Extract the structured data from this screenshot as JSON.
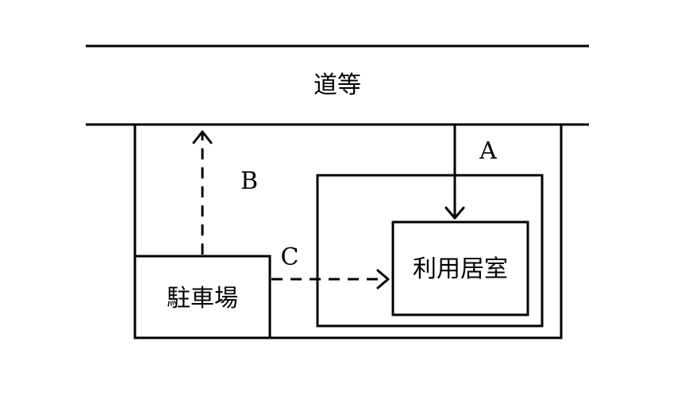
{
  "labels": {
    "road": "道等",
    "parking": "駐車場",
    "room": "利用居室",
    "route_a": "A",
    "route_b": "B",
    "route_c": "C"
  }
}
